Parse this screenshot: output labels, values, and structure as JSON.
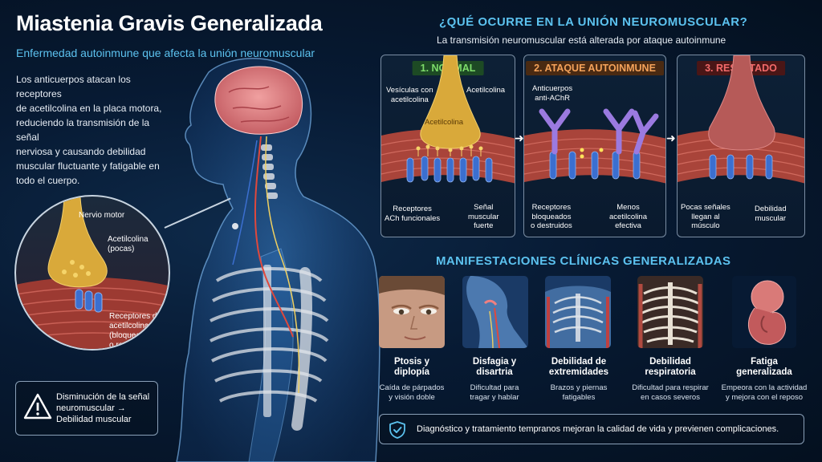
{
  "title": "Miastenia Gravis Generalizada",
  "subtitle": "Enfermedad autoinmune que afecta la unión neuromuscular",
  "intro_lines": [
    "Los anticuerpos atacan los receptores",
    "de acetilcolina en la placa motora,",
    "reduciendo la transmisión de la señal",
    "nerviosa y causando debilidad",
    "muscular fluctuante y fatigable en",
    "todo el cuerpo."
  ],
  "zoom": {
    "nerve_label": "Nervio motor",
    "ach_label_lines": [
      "Acetilcolina",
      "(pocas)"
    ],
    "receptor_label_lines": [
      "Receptores de",
      "acetilcolina",
      "(bloqueados",
      "o reducidos)"
    ]
  },
  "alert": {
    "icon": "warning-triangle-icon",
    "lines": [
      "Disminución de la señal",
      "neuromuscular →",
      "Debilidad muscular"
    ]
  },
  "nmj": {
    "title": "¿QUÉ OCURRE EN LA UNIÓN NEUROMUSCULAR?",
    "subtitle": "La transmisión neuromuscular está alterada por ataque autoinmune",
    "panels": [
      {
        "title": "1. NORMAL",
        "title_color": "#7ddc6a",
        "title_bg": "#1d4a24",
        "top_left_lines": [
          "Vesículas con",
          "acetilcolina"
        ],
        "top_right_lines": [
          "Acetilcolina"
        ],
        "terminal_label": "Acetilcolina",
        "bottom_left_lines": [
          "Receptores",
          "ACh funcionales"
        ],
        "bottom_right_lines": [
          "Señal",
          "muscular",
          "fuerte"
        ]
      },
      {
        "title": "2. ATAQUE AUTOINMUNE",
        "title_color": "#f4a25a",
        "title_bg": "#4a2a12",
        "top_left_lines": [
          "Anticuerpos",
          "anti-AChR"
        ],
        "bottom_left_lines": [
          "Receptores",
          "bloqueados",
          "o destruidos"
        ],
        "bottom_right_lines": [
          "Menos",
          "acetilcolina",
          "efectiva"
        ]
      },
      {
        "title": "3. RESULTADO",
        "title_color": "#f26a6a",
        "title_bg": "#4a1616",
        "bottom_left_lines": [
          "Pocas señales",
          "llegan al",
          "músculo"
        ],
        "bottom_right_lines": [
          "Debilidad",
          "muscular"
        ]
      }
    ]
  },
  "manifestations": {
    "title": "MANIFESTACIONES CLÍNICAS GENERALIZADAS",
    "items": [
      {
        "title_lines": [
          "Ptosis y",
          "diplopía"
        ],
        "desc_lines": [
          "Caída de párpados",
          "y visión doble"
        ]
      },
      {
        "title_lines": [
          "Disfagia y",
          "disartria"
        ],
        "desc_lines": [
          "Dificultad para",
          "tragar y hablar"
        ]
      },
      {
        "title_lines": [
          "Debilidad de",
          "extremidades"
        ],
        "desc_lines": [
          "Brazos y piernas",
          "fatigables"
        ]
      },
      {
        "title_lines": [
          "Debilidad",
          "respiratoria"
        ],
        "desc_lines": [
          "Dificultad para respirar",
          "en casos severos"
        ]
      },
      {
        "title_lines": [
          "Fatiga",
          "generalizada"
        ],
        "desc_lines": [
          "Empeora con la actividad",
          "y mejora con el reposo"
        ]
      }
    ]
  },
  "footer": {
    "icon": "shield-check-icon",
    "text": "Diagnóstico y tratamiento tempranos mejoran la calidad de vida y previenen complicaciones."
  },
  "colors": {
    "accent": "#5cc2ef",
    "background": "#071a33",
    "muscle": "#a9443a",
    "receptor": "#3b6fd0",
    "nerve": "#d8a93a",
    "antibody": "#9b7ae0"
  }
}
